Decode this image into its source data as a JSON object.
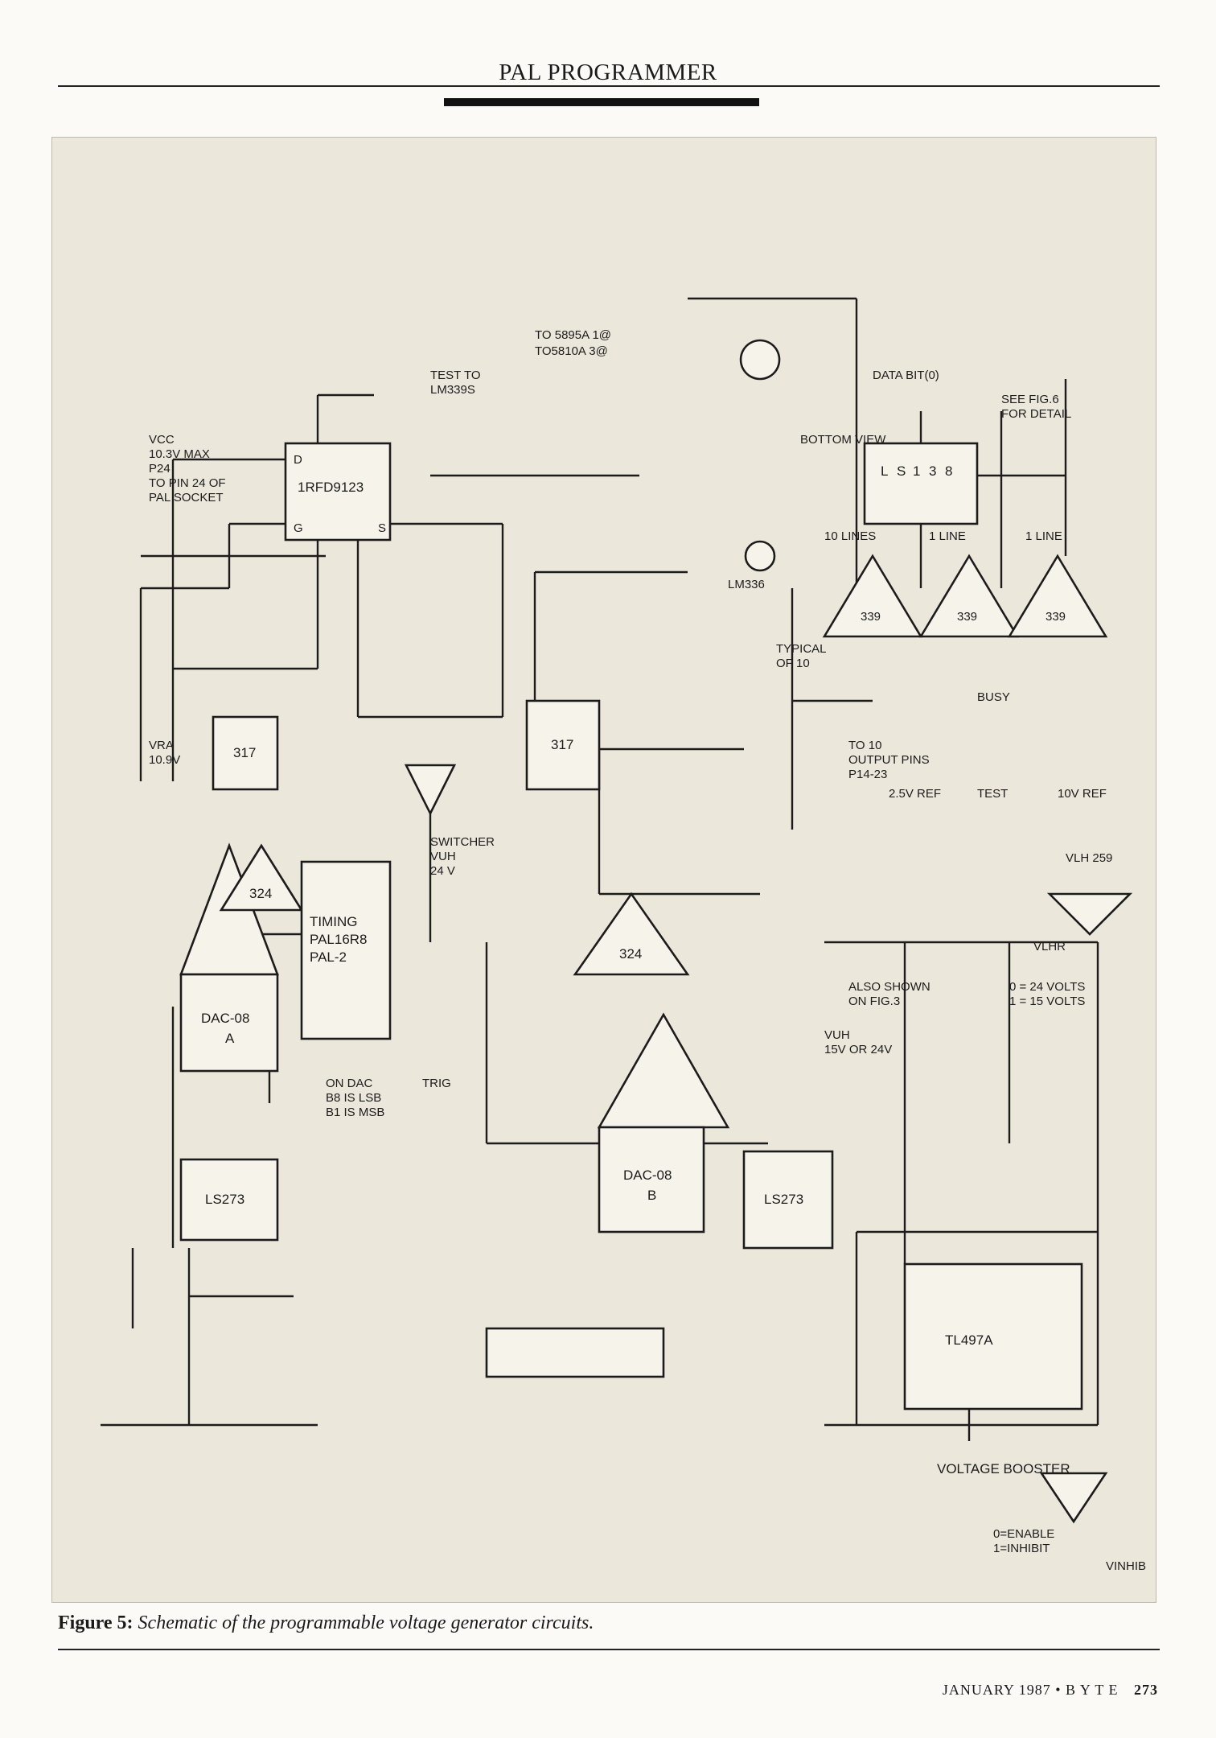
{
  "header": {
    "title": "PAL PROGRAMMER"
  },
  "caption": {
    "label": "Figure 5:",
    "text": "Schematic of the programmable voltage generator circuits."
  },
  "footer": {
    "issue": "JANUARY 1987 • B Y T E",
    "page": "273"
  },
  "schematic": {
    "vcc_note": [
      "VCC",
      "10.3V MAX",
      "P24",
      "TO PIN 24 OF",
      "PAL SOCKET"
    ],
    "vra_note": [
      "VRA",
      "10.9V"
    ],
    "test_note": [
      "TEST TO",
      "LM339S"
    ],
    "switcher_note": [
      "SWITCHER",
      "VUH",
      "24 V"
    ],
    "vuh_note": [
      "VUH",
      "15V OR 24V"
    ],
    "pal_chip": [
      "TIMING",
      "PAL16R8",
      "PAL-2"
    ],
    "dac_a": [
      "DAC-08",
      "A"
    ],
    "dac_b": [
      "DAC-08",
      "B"
    ],
    "ls273_a": "LS273",
    "ls273_b": "LS273",
    "reg_a": "317",
    "reg_b": "317",
    "opamp_a": "324",
    "opamp_b": "324",
    "fet": [
      "D",
      "1RFD9123",
      "G",
      "S"
    ],
    "tl497": "TL497A",
    "lm336": "LM336",
    "comp_339": [
      "339",
      "339",
      "339"
    ],
    "comparator_labels": [
      "TYPICAL",
      "OF 10"
    ],
    "lines": [
      "10 LINES",
      "1 LINE",
      "1 LINE"
    ],
    "data_bit": "DATA BIT(0)",
    "ls138": [
      "L",
      "S",
      "1",
      "3",
      "8"
    ],
    "see_fig": [
      "SEE FIG.6",
      "FOR DETAIL"
    ],
    "to_output": [
      "TO 10",
      "OUTPUT PINS",
      "P14-23"
    ],
    "also_shown": [
      "ALSO SHOWN",
      "ON FIG.3"
    ],
    "bottom_view": "BOTTOM VIEW",
    "dac_note": [
      "ON DAC",
      "B8 IS LSB",
      "B1 IS MSB"
    ],
    "voltage_booster": "VOLTAGE BOOSTER",
    "enable_note": [
      "0=ENABLE",
      "1=INHIBIT"
    ],
    "volts_note": [
      "0 = 24 VOLTS",
      "1 = 15 VOLTS"
    ],
    "targets": [
      "TO 5895A 1@",
      "TO5810A 3@"
    ],
    "refs": [
      "2.5V REF",
      "TEST",
      "10V REF",
      "BUSY",
      "TRIG",
      "VLH 259",
      "VLHR",
      "VINHIB"
    ]
  }
}
